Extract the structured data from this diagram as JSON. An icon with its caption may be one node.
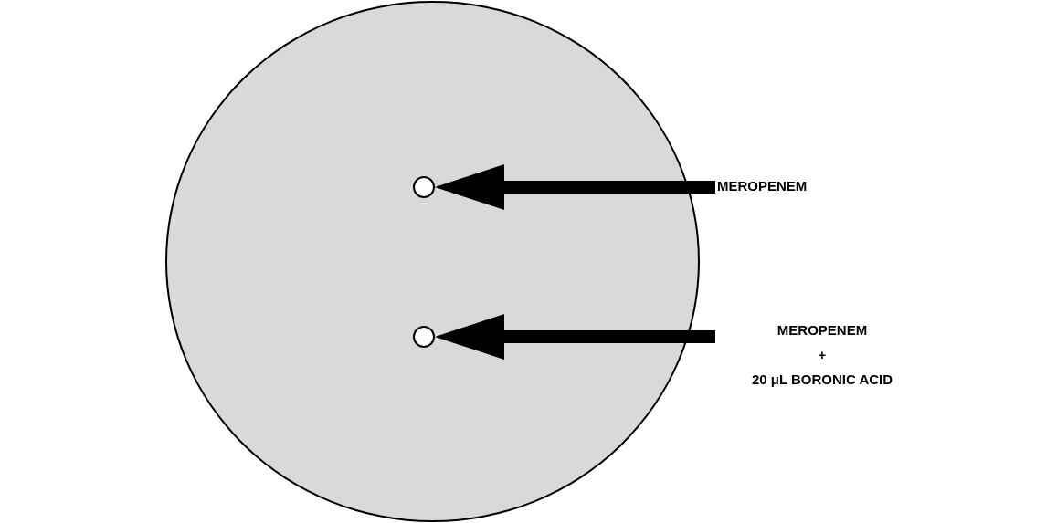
{
  "diagram": {
    "nodes": [
      {
        "text": [],
        "shape": "circle"
      },
      {
        "text": [],
        "shape": "circle",
        "in": 0
      },
      {
        "text": [],
        "shape": "circle",
        "in": 0
      },
      {
        "text": [
          "MEROPENEM"
        ]
      },
      {
        "text": [
          "MEROPENEM + 20 μL BORONIC ACID"
        ]
      }
    ],
    "edges": [
      {
        "from": 3,
        "to": 1,
        "arrow": "to"
      },
      {
        "from": 4,
        "to": 2,
        "arrow": "to"
      }
    ]
  }
}
